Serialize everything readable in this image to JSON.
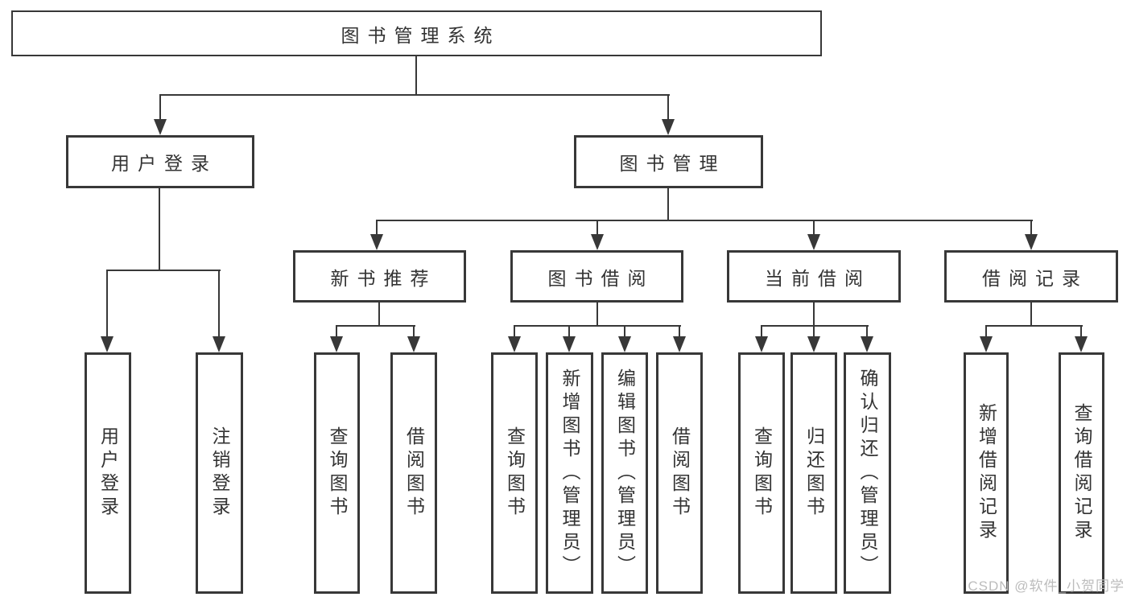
{
  "tree": {
    "root": {
      "label": "图书管理系统",
      "children": [
        {
          "label": "用户登录",
          "children": [
            {
              "label": "用户登录"
            },
            {
              "label": "注销登录"
            }
          ]
        },
        {
          "label": "图书管理",
          "children": [
            {
              "label": "新书推荐",
              "children": [
                {
                  "label": "查询图书"
                },
                {
                  "label": "借阅图书"
                }
              ]
            },
            {
              "label": "图书借阅",
              "children": [
                {
                  "label": "查询图书"
                },
                {
                  "label": "新增图书（管理员）"
                },
                {
                  "label": "编辑图书（管理员）"
                },
                {
                  "label": "借阅图书"
                }
              ]
            },
            {
              "label": "当前借阅",
              "children": [
                {
                  "label": "查询图书"
                },
                {
                  "label": "归还图书"
                },
                {
                  "label": "确认归还（管理员）"
                }
              ]
            },
            {
              "label": "借阅记录",
              "children": [
                {
                  "label": "新增借阅记录"
                },
                {
                  "label": "查询借阅记录"
                }
              ]
            }
          ]
        }
      ]
    }
  },
  "watermark": "CSDN @软件_小贺同学",
  "colors": {
    "line": "#383838",
    "text": "#333333",
    "background": "#ffffff",
    "watermark": "#bcbcbc"
  }
}
